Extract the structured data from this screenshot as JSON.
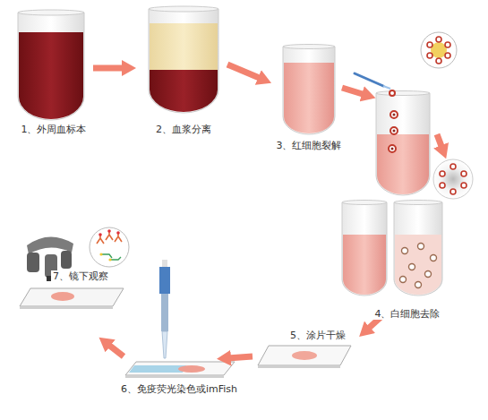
{
  "diagram": {
    "labels": [
      "1、外周血标本",
      "2、血浆分离",
      "3、红细胞裂解",
      "4、白细胞去除",
      "5、涂片干燥",
      "6、免疫荧光染色或imFish",
      "7、镜下观察"
    ]
  }
}
